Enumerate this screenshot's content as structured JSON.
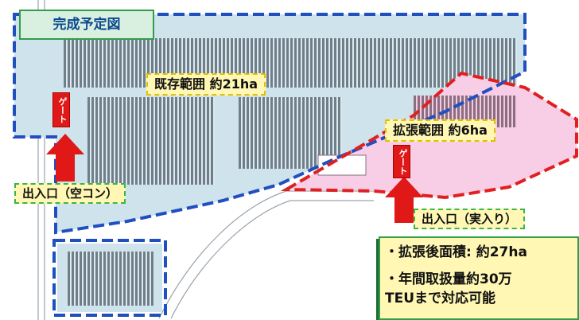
{
  "title": "完成予定図",
  "labels": {
    "existing_area": "既存範囲 約21ha",
    "expansion_area": "拡張範囲 約6ha",
    "gate_left": "ゲート",
    "gate_right": "ゲート",
    "entry_empty": "出入口（空コン）",
    "entry_loaded": "出入口（実入り）"
  },
  "info": {
    "line1": "・拡張後面積: 約27ha",
    "line2": "・年間取扱量約30万",
    "line3": "TEUまで対応可能"
  },
  "colors": {
    "existing_boundary": "#1f4fc0",
    "expansion_boundary": "#e02020",
    "arrow": "#e01818",
    "callout_fill": "#fff7b3",
    "callout_border": "#2f9e4a"
  }
}
